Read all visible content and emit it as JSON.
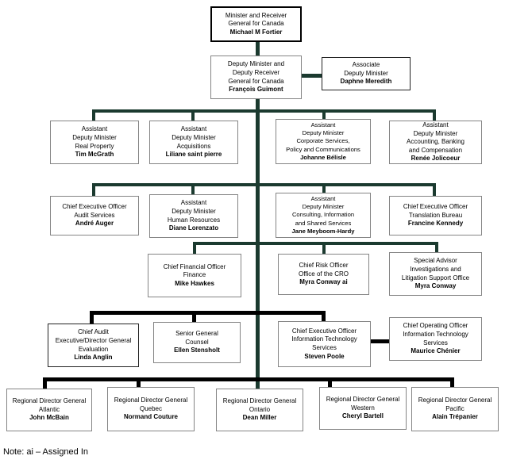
{
  "chart_title": "Organizational chart - Minister and Receiver General for Canada",
  "colors": {
    "connector_green": "#1b3a2f",
    "connector_black": "#000000",
    "box_border": "#848484",
    "background": "#ffffff"
  },
  "note": "Note: ai – Assigned In",
  "nodes": {
    "minister": {
      "title": "Minister and Receiver\nGeneral for Canada",
      "name": "Michael M Fortier"
    },
    "deputy": {
      "title": "Deputy Minister and\nDeputy Receiver\nGeneral for Canada",
      "name": "François Guimont"
    },
    "associate": {
      "title": "Associate\nDeputy Minister",
      "name": "Daphne Meredith"
    },
    "real_property": {
      "title": "Assistant\nDeputy Minister\nReal Property",
      "name": "Tim McGrath"
    },
    "acquisitions": {
      "title": "Assistant\nDeputy Minister\nAcquisitions",
      "name": "Liliane saint pierre"
    },
    "corporate": {
      "title": "Assistant\nDeputy Minister\nCorporate Services,\nPolicy and Communications",
      "name": "Johanne Bélisle"
    },
    "accounting": {
      "title": "Assistant\nDeputy Minister\nAccounting, Banking\nand Compensation",
      "name": "Renée Jolicoeur"
    },
    "audit": {
      "title": "Chief Executive Officer\nAudit Services",
      "name": "André Auger"
    },
    "hr": {
      "title": "Assistant\nDeputy Minister\nHuman Resources",
      "name": "Diane Lorenzato"
    },
    "consulting": {
      "title": "Assistant\nDeputy Minister\nConsulting, Information\nand Shared Services",
      "name": "Jane Meyboom-Hardy"
    },
    "translation": {
      "title": "Chief Executive Officer\nTranslation Bureau",
      "name": "Francine Kennedy"
    },
    "cfo": {
      "title": "Chief Financial Officer\nFinance",
      "name": "Mike Hawkes"
    },
    "cro": {
      "title": "Chief Risk Officer\nOffice of the CRO",
      "name": "Myra Conway ai"
    },
    "special": {
      "title": "Special Advisor\nInvestigations and\nLitigation Support Office",
      "name": "Myra Conway"
    },
    "chief_audit": {
      "title": "Chief Audit\nExecutive/Director General\nEvaluation",
      "name": "Linda Anglin"
    },
    "counsel": {
      "title": "Senior General\nCounsel",
      "name": "Ellen Stensholt"
    },
    "ceo_it": {
      "title": "Chief Executive Officer\nInformation Technology\nServices",
      "name": "Steven Poole"
    },
    "coo_it": {
      "title": "Chief Operating Officer\nInformation Technology\nServices",
      "name": "Maurice Chénier"
    },
    "atlantic": {
      "title": "Regional Director General\nAtlantic",
      "name": "John McBain"
    },
    "quebec": {
      "title": "Regional Director General\nQuebec",
      "name": "Normand Couture"
    },
    "ontario": {
      "title": "Regional Director General\nOntario",
      "name": "Dean Miller"
    },
    "western": {
      "title": "Regional Director General\nWestern",
      "name": "Cheryl Bartell"
    },
    "pacific": {
      "title": "Regional Director General\nPacific",
      "name": "Alain Trépanier"
    }
  }
}
